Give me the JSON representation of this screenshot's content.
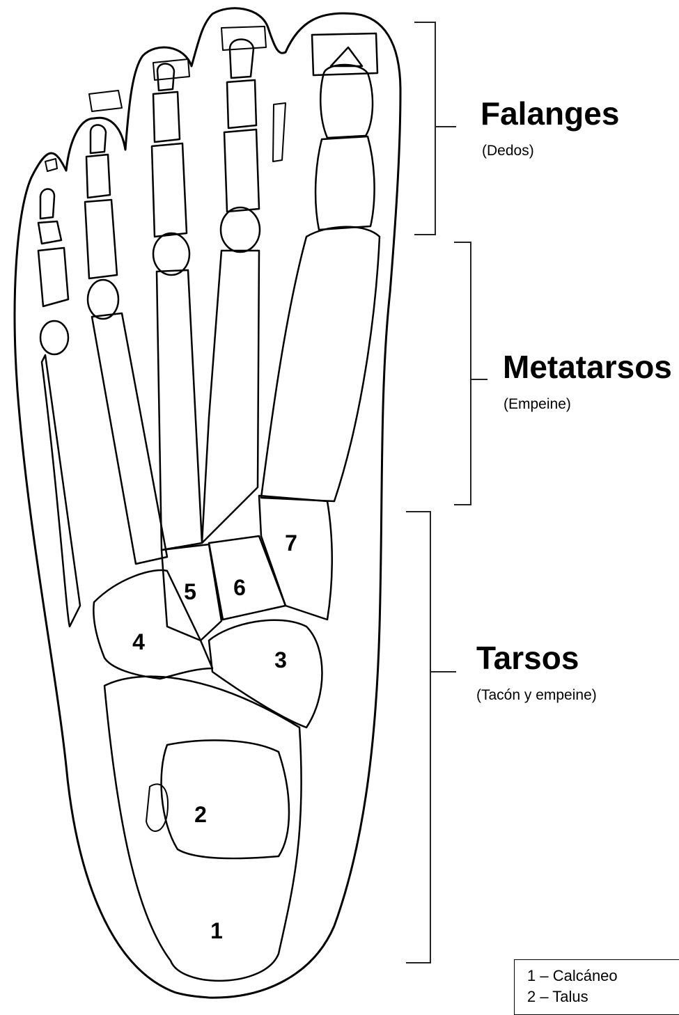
{
  "regions": [
    {
      "id": "falanges",
      "title": "Falanges",
      "subtitle": "(Dedos)"
    },
    {
      "id": "metatarsos",
      "title": "Metatarsos",
      "subtitle": "(Empeine)"
    },
    {
      "id": "tarsos",
      "title": "Tarsos",
      "subtitle": "(Tacón y empeine)"
    }
  ],
  "bone_numbers": [
    "1",
    "2",
    "3",
    "4",
    "5",
    "6",
    "7"
  ],
  "legend": {
    "items": [
      "1 – Calcáneo",
      "2 – Talus"
    ]
  },
  "colors": {
    "line": "#000000",
    "background": "#ffffff"
  }
}
